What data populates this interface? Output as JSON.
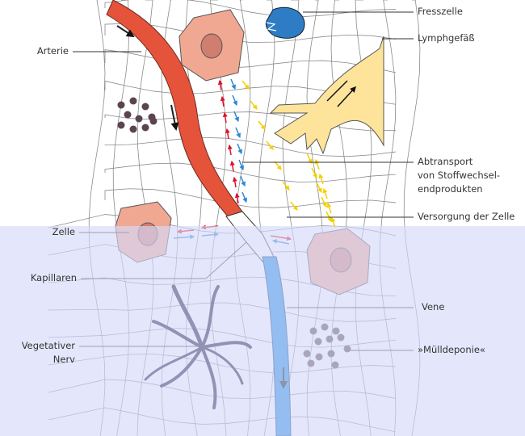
{
  "labels": {
    "fresszelle": "Fresszelle",
    "lymphgefaess": "Lymphgefäß",
    "arterie": "Arterie",
    "abtransport": [
      "Abtransport",
      "von Stoffwechsel-",
      "endprodukten"
    ],
    "versorgung": "Versorgung der Zelle",
    "zelle": "Zelle",
    "kapillaren": "Kapillaren",
    "vene": "Vene",
    "nerv": [
      "Vegetativer",
      "Nerv"
    ],
    "muelldeponie": "»Mülldeponie«"
  },
  "colors": {
    "artery": "#e5533a",
    "vein": "#1a86e0",
    "lymph": "#fde49a",
    "cell": "#f0a892",
    "nucleus": "#d07e70",
    "phagocyte": "#2e7cc4",
    "nerve": "#0f1030",
    "deposit": "#5a4450",
    "mesh": "#8a8a8a",
    "supply_arrow": "#e0102a",
    "removal_arrow": "#2a88d8",
    "lymph_arrow": "#f5d000",
    "overlay": "#d6dafa"
  }
}
